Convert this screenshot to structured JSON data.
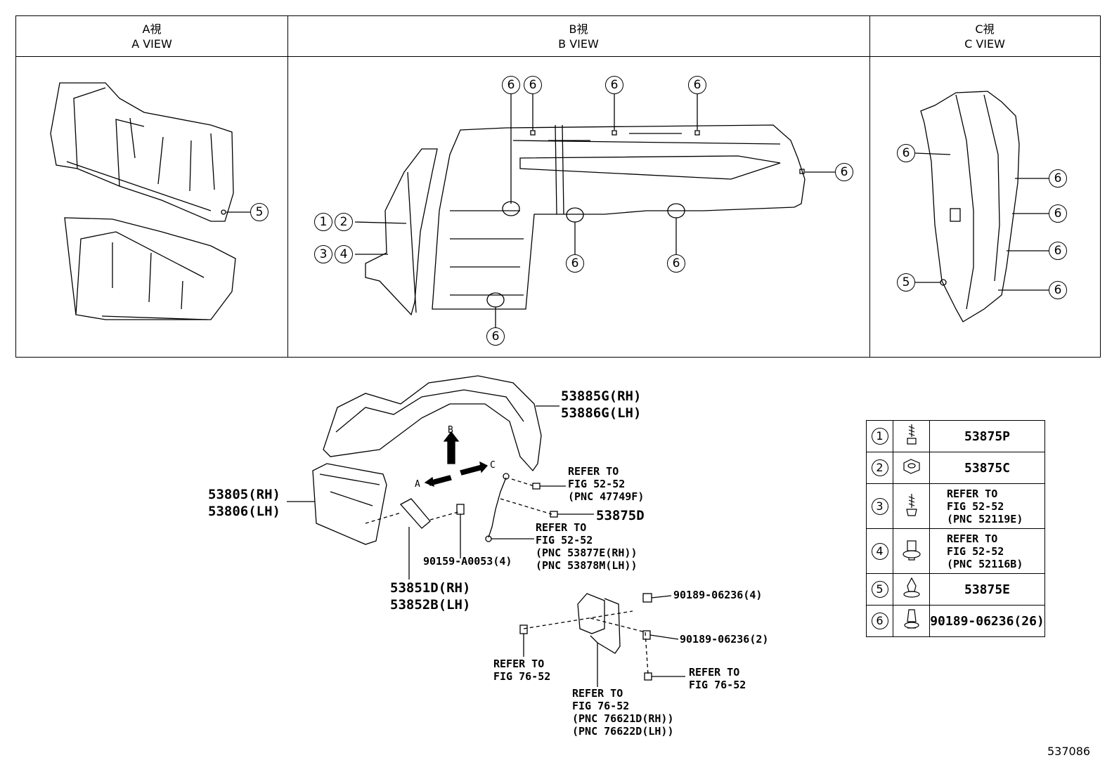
{
  "views": [
    {
      "jp": "A視",
      "en": "A VIEW"
    },
    {
      "jp": "B視",
      "en": "B VIEW"
    },
    {
      "jp": "C視",
      "en": "C VIEW"
    }
  ],
  "callouts": {
    "a5": "5",
    "b1": "1",
    "b2": "2",
    "b3": "3",
    "b4": "4",
    "b6": "6",
    "c5": "5",
    "c6": "6"
  },
  "labels": {
    "liner_rh": "53885G(RH)",
    "liner_lh": "53886G(LH)",
    "shield_rh": "53805(RH)",
    "shield_lh": "53806(LH)",
    "seal_rh": "53851D(RH)",
    "seal_lh": "53852B(LH)",
    "bolt": "90159-A0053(4)",
    "clip_d": "53875D",
    "refer_47749": "REFER TO\nFIG 52-52\n(PNC 47749F)",
    "refer_53877": "REFER TO\nFIG 52-52\n(PNC 53877E(RH))\n(PNC 53878M(LH))",
    "clip4": "90189-06236(4)",
    "clip2": "90189-06236(2)",
    "refer_7652_left": "REFER TO\nFIG 76-52",
    "refer_7652_right": "REFER TO\nFIG 76-52",
    "refer_mudguard": "REFER TO\nFIG 76-52\n(PNC 76621D(RH))\n(PNC 76622D(LH))",
    "arrow_a": "A",
    "arrow_b": "B",
    "arrow_c": "C"
  },
  "legend": [
    {
      "num": "1",
      "icon": "bolt-icon",
      "part": "53875P"
    },
    {
      "num": "2",
      "icon": "nut-icon",
      "part": "53875C"
    },
    {
      "num": "3",
      "icon": "screw-icon",
      "part": "REFER TO\nFIG 52-52\n(PNC 52119E)"
    },
    {
      "num": "4",
      "icon": "grommet-icon",
      "part": "REFER TO\nFIG 52-52\n(PNC 52116B)"
    },
    {
      "num": "5",
      "icon": "push-clip-icon",
      "part": "53875E"
    },
    {
      "num": "6",
      "icon": "clip-icon",
      "part": "90189-06236(26)"
    }
  ],
  "figure_id": "537086"
}
